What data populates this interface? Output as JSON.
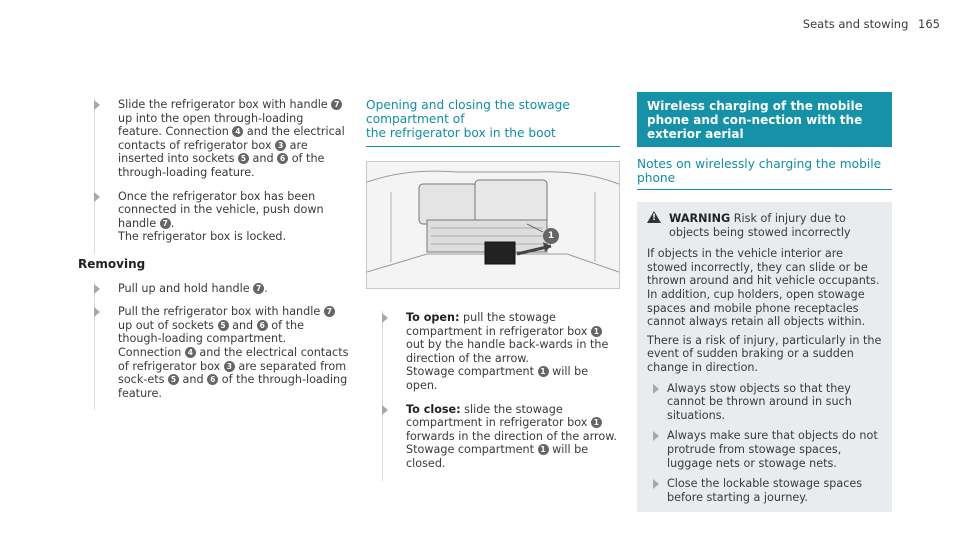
{
  "header": {
    "section": "Seats and stowing",
    "page": "165"
  },
  "col1": {
    "steps_a": [
      {
        "parts": [
          "Slide the refrigerator box with handle ",
          "7",
          " up into the open through-loading feature. Connection ",
          "4",
          " and the electrical contacts of refrigerator box ",
          "3",
          " are inserted into sockets ",
          "5",
          " and ",
          "6",
          " of the through-loading feature."
        ]
      },
      {
        "parts": [
          "Once the refrigerator box has been connected in the vehicle, push down handle ",
          "7",
          ".",
          "The refrigerator box is locked."
        ]
      }
    ],
    "removing_heading": "Removing",
    "steps_b": [
      {
        "parts": [
          "Pull up and hold handle ",
          "7",
          "."
        ]
      },
      {
        "parts": [
          "Pull the refrigerator box with handle ",
          "7",
          " up out of sockets ",
          "5",
          " and ",
          "6",
          " of the though-loading compartment.",
          "Connection ",
          "4",
          " and the electrical contacts of refrigerator box ",
          "3",
          " are separated from sock-ets ",
          "5",
          " and ",
          "6",
          " of the through-loading feature."
        ]
      }
    ]
  },
  "col2": {
    "heading_line1": "Opening and closing the stowage compartment of",
    "heading_line2": "the refrigerator box in the boot",
    "callout_number": "1",
    "open_label": "To open:",
    "open_text_1": " pull the stowage compartment in refrigerator box ",
    "open_num": "1",
    "open_text_2": " out by the handle back-wards in the direction of the arrow.",
    "open_text_3a": "Stowage compartment ",
    "open_num2": "1",
    "open_text_3b": " will be open.",
    "close_label": "To close:",
    "close_text_1": " slide the stowage compartment in refrigerator box ",
    "close_num": "1",
    "close_text_2": " forwards in the direction of the arrow.",
    "close_text_3a": "Stowage compartment ",
    "close_num2": "1",
    "close_text_3b": " will be closed."
  },
  "col3": {
    "banner": "Wireless charging of the mobile phone and con-nection with the exterior aerial",
    "subheading": "Notes on wirelessly charging the mobile phone",
    "warning_label": "WARNING",
    "warning_title": " Risk of injury due to objects being stowed incorrectly",
    "para1": "If objects in the vehicle interior are stowed incorrectly, they can slide or be thrown around and hit vehicle occupants. In addition, cup holders, open stowage spaces and mobile phone receptacles cannot always retain all objects within.",
    "para2": "There is a risk of injury, particularly in the event of sudden braking or a sudden change in direction.",
    "bullets": [
      "Always stow objects so that they cannot be thrown around in such situations.",
      "Always make sure that objects do not protrude from stowage spaces, luggage nets or stowage nets.",
      "Close the lockable stowage spaces before starting a journey."
    ]
  },
  "colors": {
    "accent": "#0f8ea5",
    "banner": "#1592a8",
    "warning_bg": "#e9ecef"
  }
}
